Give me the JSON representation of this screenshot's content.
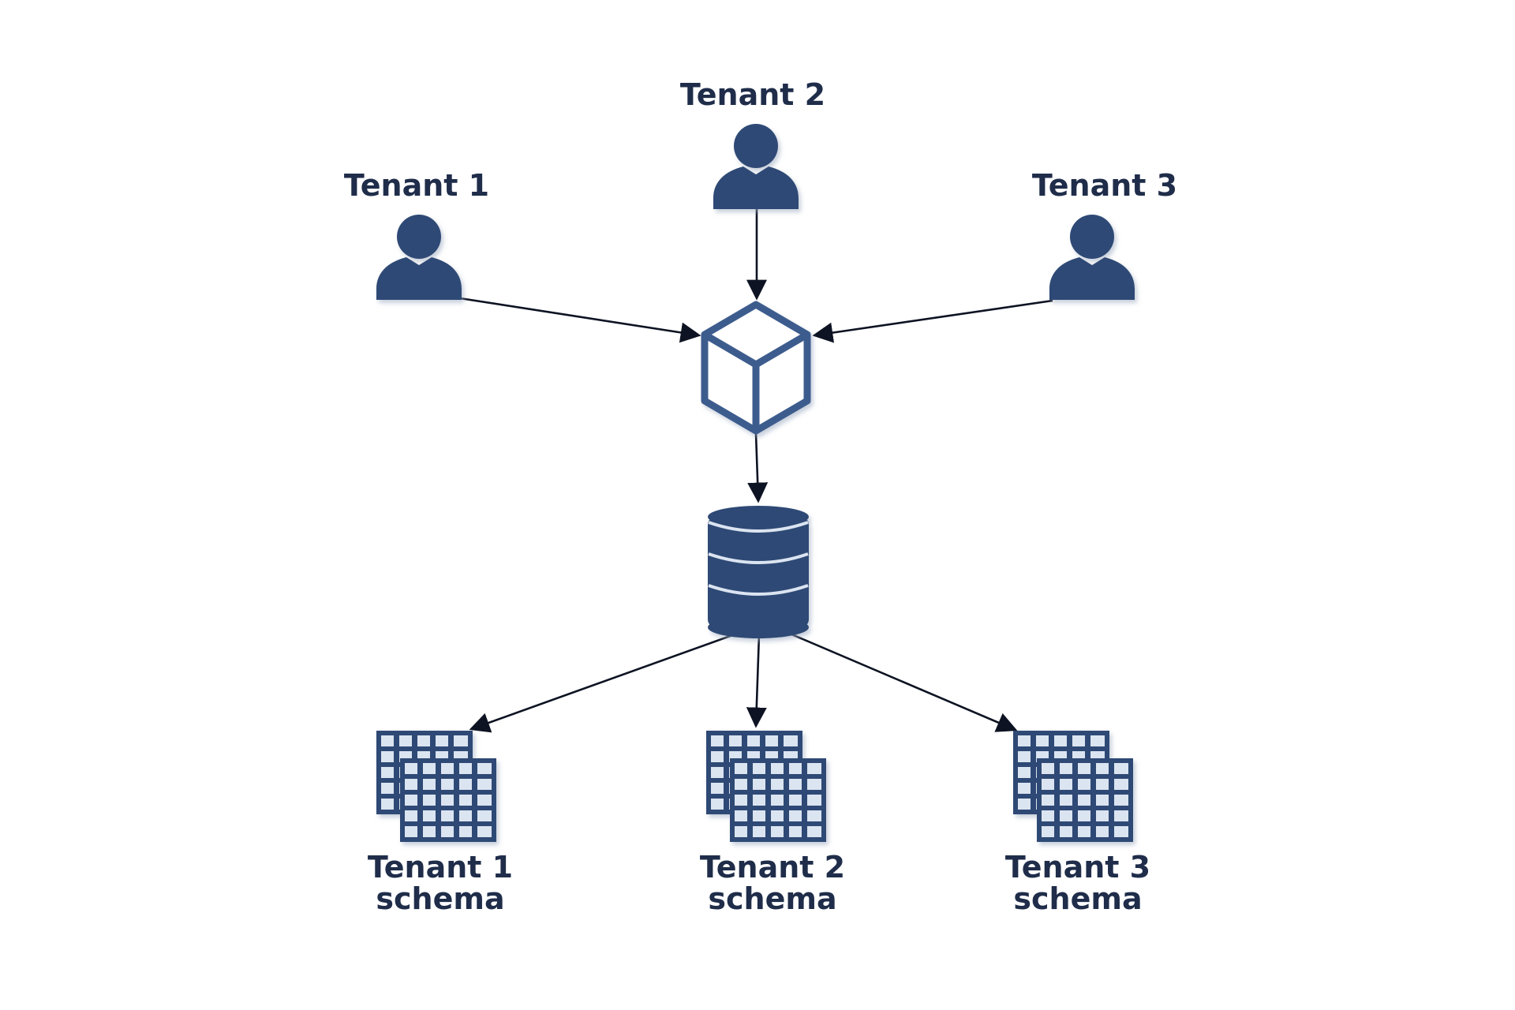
{
  "nodes": {
    "tenant1": {
      "label": "Tenant 1",
      "icon": "user-icon"
    },
    "tenant2": {
      "label": "Tenant 2",
      "icon": "user-icon"
    },
    "tenant3": {
      "label": "Tenant 3",
      "icon": "user-icon"
    },
    "app": {
      "icon": "cube-icon"
    },
    "database": {
      "icon": "database-icon"
    },
    "schema1": {
      "label_line1": "Tenant 1",
      "label_line2": "schema",
      "icon": "table-grid-icon"
    },
    "schema2": {
      "label_line1": "Tenant 2",
      "label_line2": "schema",
      "icon": "table-grid-icon"
    },
    "schema3": {
      "label_line1": "Tenant 3",
      "label_line2": "schema",
      "icon": "table-grid-icon"
    }
  },
  "edges": [
    {
      "from": "tenant1",
      "to": "app"
    },
    {
      "from": "tenant2",
      "to": "app"
    },
    {
      "from": "tenant3",
      "to": "app"
    },
    {
      "from": "app",
      "to": "database"
    },
    {
      "from": "database",
      "to": "schema1"
    },
    {
      "from": "database",
      "to": "schema2"
    },
    {
      "from": "database",
      "to": "schema3"
    }
  ],
  "colors": {
    "icon": "#2e4a74",
    "icon_outline": "#3d5b8e",
    "label": "#1f2d4a",
    "edge": "#0d1322",
    "background": "#ffffff"
  }
}
